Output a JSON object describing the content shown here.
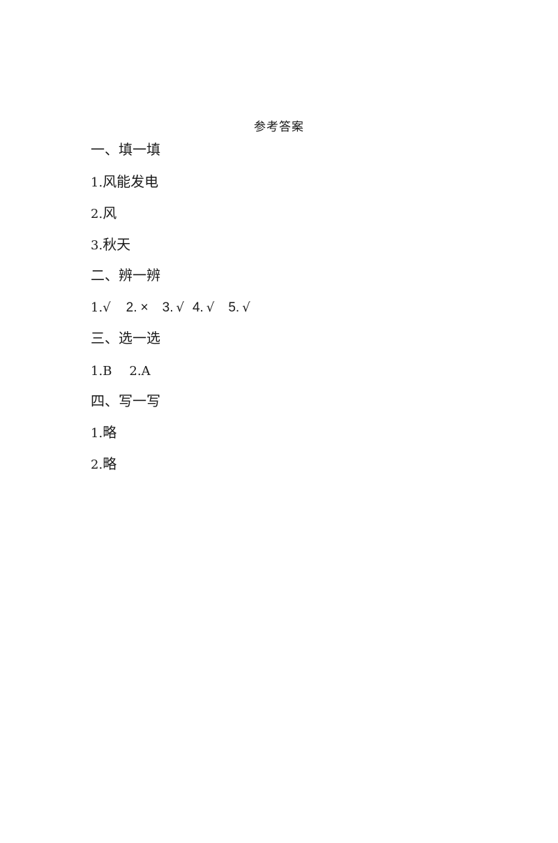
{
  "title": "参考答案",
  "sections": [
    {
      "heading": "一、填一填",
      "items": [
        {
          "num": "1.",
          "text": "风能发电"
        },
        {
          "num": "2.",
          "text": "风"
        },
        {
          "num": "3.",
          "text": "秋天"
        }
      ]
    },
    {
      "heading": "二、辨一辨",
      "answers": [
        {
          "num": "1.",
          "mark": "√"
        },
        {
          "num": "2.",
          "mark": "×"
        },
        {
          "num": "3.",
          "mark": "√"
        },
        {
          "num": "4.",
          "mark": "√"
        },
        {
          "num": "5.",
          "mark": "√"
        }
      ]
    },
    {
      "heading": "三、选一选",
      "answers": [
        {
          "num": "1.",
          "mark": "B"
        },
        {
          "num": "2.",
          "mark": "A"
        }
      ]
    },
    {
      "heading": "四、写一写",
      "items": [
        {
          "num": "1.",
          "text": "略"
        },
        {
          "num": "2.",
          "text": "略"
        }
      ]
    }
  ]
}
